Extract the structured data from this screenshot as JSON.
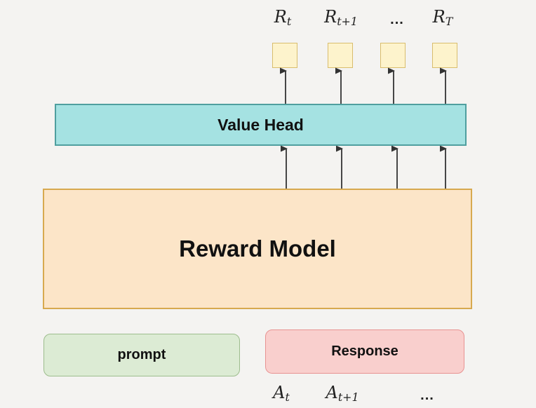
{
  "diagram": {
    "background": "#f4f3f1",
    "arrow_color": "#333333",
    "top_outputs": [
      {
        "base": "R",
        "sub": "t"
      },
      {
        "base": "R",
        "sub": "t+1"
      },
      {
        "base": "...",
        "sub": ""
      },
      {
        "base": "R",
        "sub": "T"
      }
    ],
    "token_square": {
      "fill": "#fdf3cc",
      "border": "#d9bd6d"
    },
    "value_head": {
      "label": "Value Head",
      "fill": "#a5e2e2",
      "border": "#4f9f9f"
    },
    "reward_model": {
      "label": "Reward Model",
      "fill": "#fce5c8",
      "border": "#d7a94f"
    },
    "prompt_box": {
      "label": "prompt",
      "fill": "#dcebd4",
      "border": "#9dbd8d"
    },
    "response_box": {
      "label": "Response",
      "fill": "#f9cfcd",
      "border": "#e89392"
    },
    "bottom_inputs": [
      {
        "base": "A",
        "sub": "t"
      },
      {
        "base": "A",
        "sub": "t+1"
      },
      {
        "base": "...",
        "sub": ""
      }
    ]
  }
}
